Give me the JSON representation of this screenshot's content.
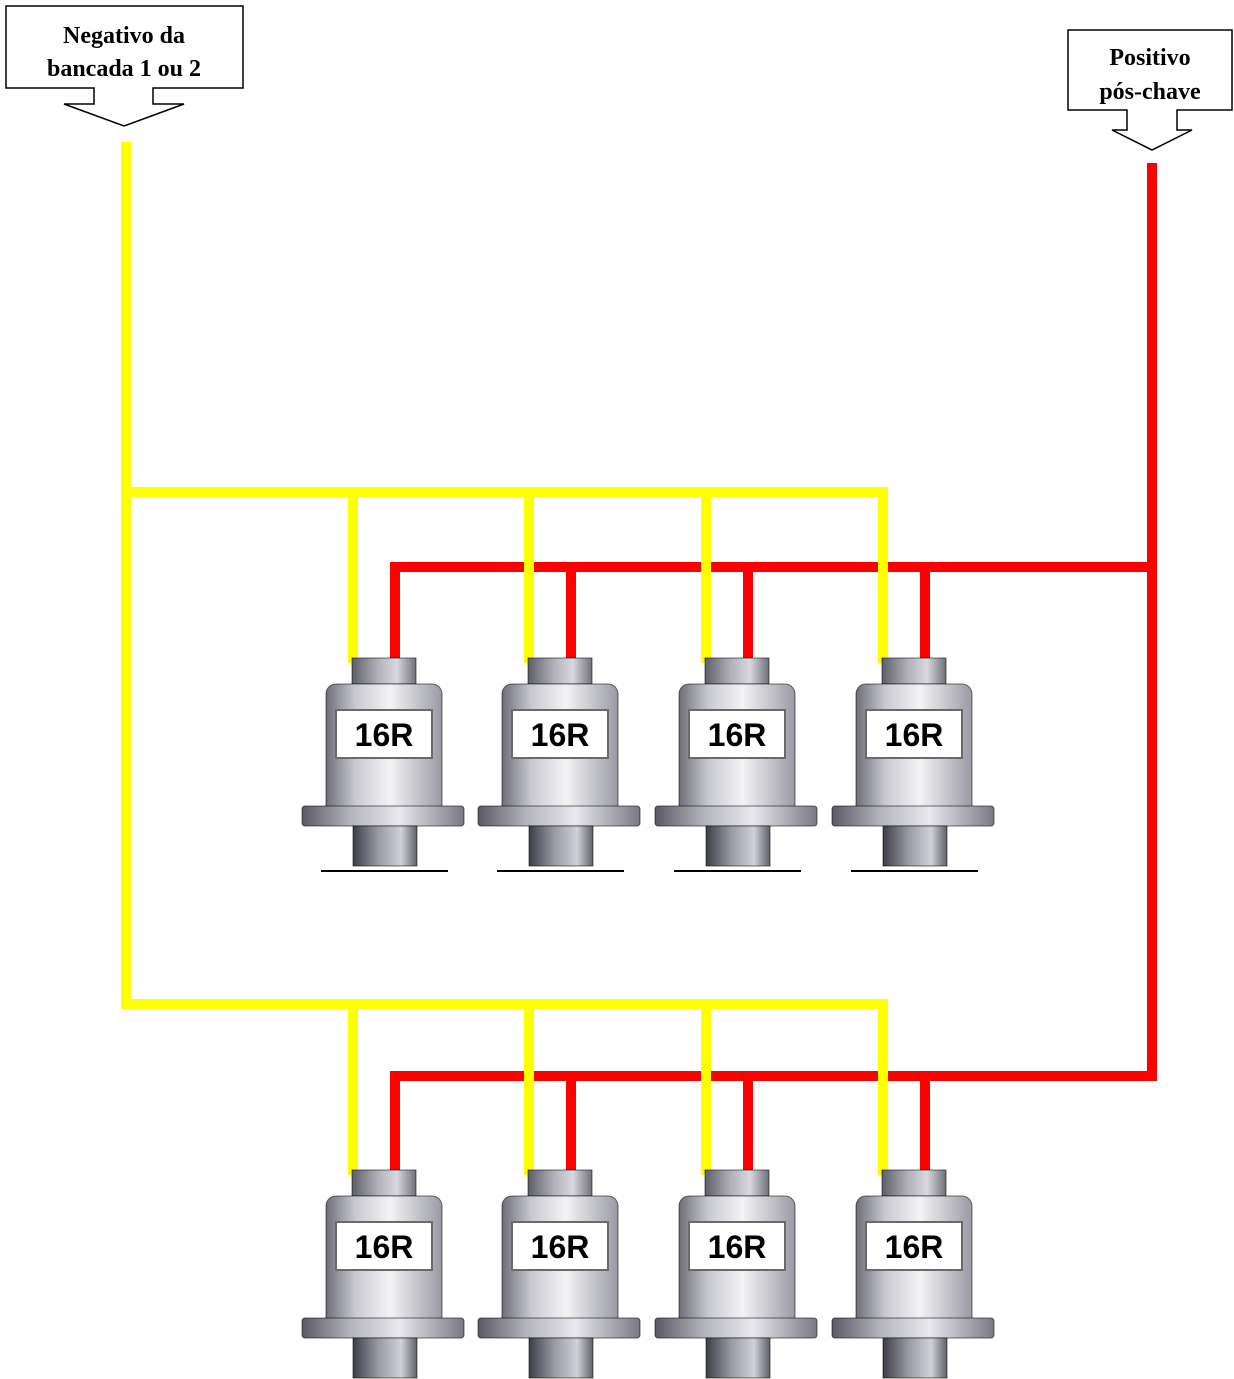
{
  "callouts": {
    "negative": {
      "line1": "Negativo da",
      "line2": "bancada 1 ou 2"
    },
    "positive": {
      "line1": "Positivo",
      "line2": "pós-chave"
    }
  },
  "wire_colors": {
    "negative": "#ffff00",
    "positive": "#ff0000"
  },
  "component_label": "16R",
  "rows": [
    {
      "components": [
        "16R",
        "16R",
        "16R",
        "16R"
      ]
    },
    {
      "components": [
        "16R",
        "16R",
        "16R",
        "16R"
      ]
    }
  ]
}
